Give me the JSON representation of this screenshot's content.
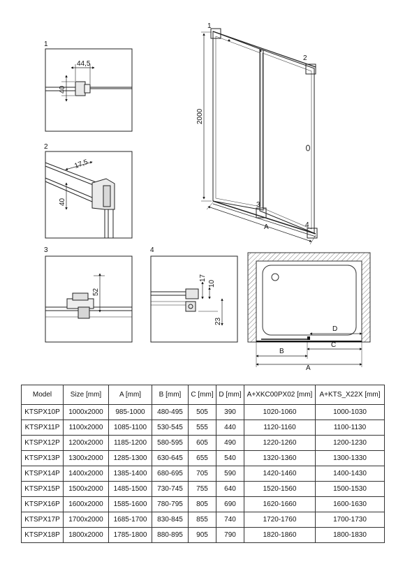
{
  "details": {
    "d1": {
      "label": "1",
      "width": "44,5",
      "height": "40"
    },
    "d2": {
      "label": "2",
      "width": "17,5",
      "height": "40"
    },
    "d3": {
      "label": "3",
      "height": "52"
    },
    "d4": {
      "label": "4",
      "top1": "17",
      "top2": "10",
      "bottom": "23"
    }
  },
  "main_drawing": {
    "height": "2000",
    "callouts": [
      "1",
      "2",
      "3",
      "4"
    ],
    "width_label": "A"
  },
  "plan_view": {
    "labels": [
      "D",
      "B",
      "C",
      "A"
    ]
  },
  "table": {
    "headers": [
      "Model",
      "Size [mm]",
      "A [mm]",
      "B [mm]",
      "C [mm]",
      "D [mm]",
      "A+XKC00PX02 [mm]",
      "A+KTS_X22X [mm]"
    ],
    "rows": [
      [
        "KTSPX10P",
        "1000x2000",
        "985-1000",
        "480-495",
        "505",
        "390",
        "1020-1060",
        "1000-1030"
      ],
      [
        "KTSPX11P",
        "1100x2000",
        "1085-1100",
        "530-545",
        "555",
        "440",
        "1120-1160",
        "1100-1130"
      ],
      [
        "KTSPX12P",
        "1200x2000",
        "1185-1200",
        "580-595",
        "605",
        "490",
        "1220-1260",
        "1200-1230"
      ],
      [
        "KTSPX13P",
        "1300x2000",
        "1285-1300",
        "630-645",
        "655",
        "540",
        "1320-1360",
        "1300-1330"
      ],
      [
        "KTSPX14P",
        "1400x2000",
        "1385-1400",
        "680-695",
        "705",
        "590",
        "1420-1460",
        "1400-1430"
      ],
      [
        "KTSPX15P",
        "1500x2000",
        "1485-1500",
        "730-745",
        "755",
        "640",
        "1520-1560",
        "1500-1530"
      ],
      [
        "KTSPX16P",
        "1600x2000",
        "1585-1600",
        "780-795",
        "805",
        "690",
        "1620-1660",
        "1600-1630"
      ],
      [
        "KTSPX17P",
        "1700x2000",
        "1685-1700",
        "830-845",
        "855",
        "740",
        "1720-1760",
        "1700-1730"
      ],
      [
        "KTSPX18P",
        "1800x2000",
        "1785-1800",
        "880-895",
        "905",
        "790",
        "1820-1860",
        "1800-1830"
      ]
    ]
  }
}
